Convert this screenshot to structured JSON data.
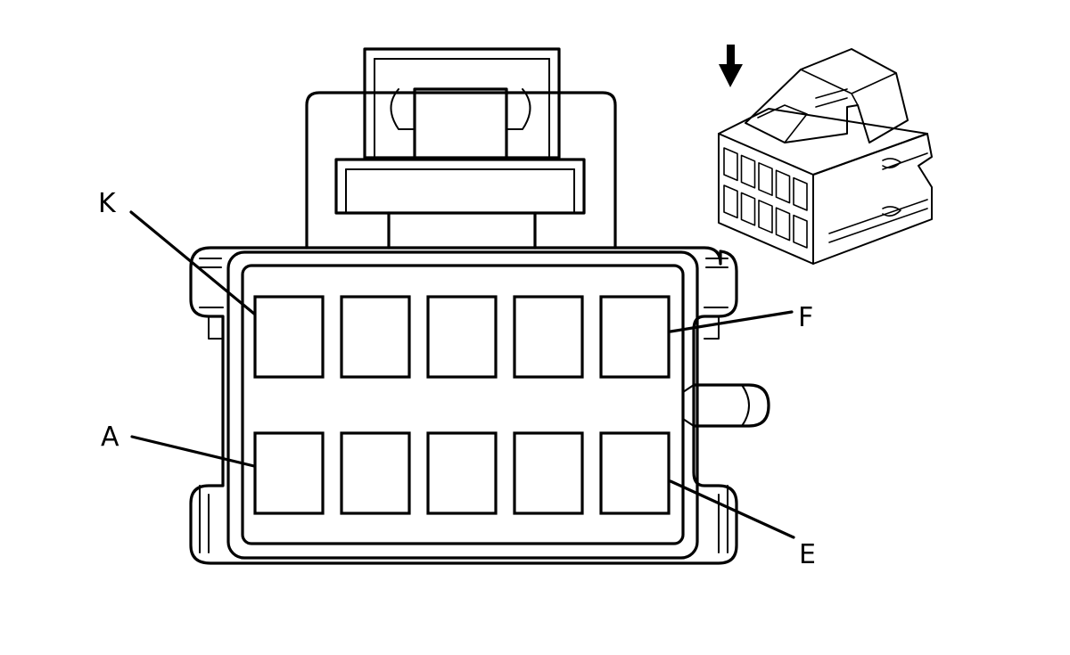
{
  "diagram": {
    "labels": {
      "top_left": "K",
      "top_right": "F",
      "bottom_left": "A",
      "bottom_right": "E"
    },
    "cavities": {
      "rows": 2,
      "columns": 5
    },
    "inset": {
      "view_indicator": "arrow-down-icon"
    }
  }
}
